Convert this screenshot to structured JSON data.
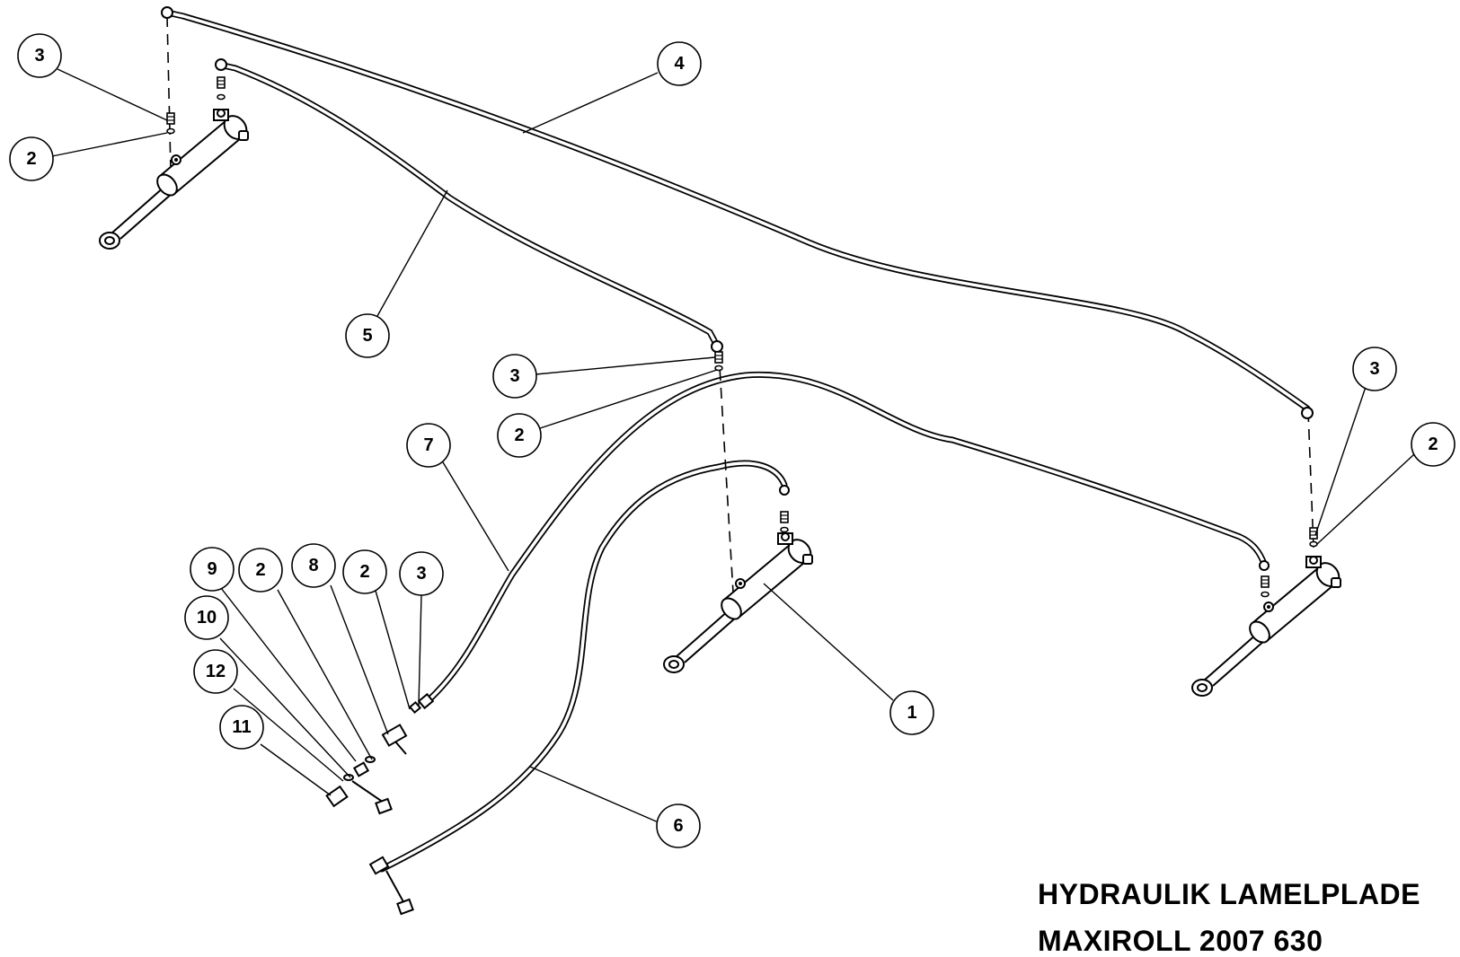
{
  "title": {
    "line1": "HYDRAULIK LAMELPLADE",
    "line2": "MAXIROLL 2007 630"
  },
  "callouts": [
    "3",
    "2",
    "4",
    "5",
    "3",
    "2",
    "7",
    "3",
    "2",
    "9",
    "2",
    "8",
    "2",
    "3",
    "10",
    "12",
    "11",
    "1",
    "6"
  ],
  "colors": {
    "line": "#000000",
    "background": "#ffffff"
  }
}
